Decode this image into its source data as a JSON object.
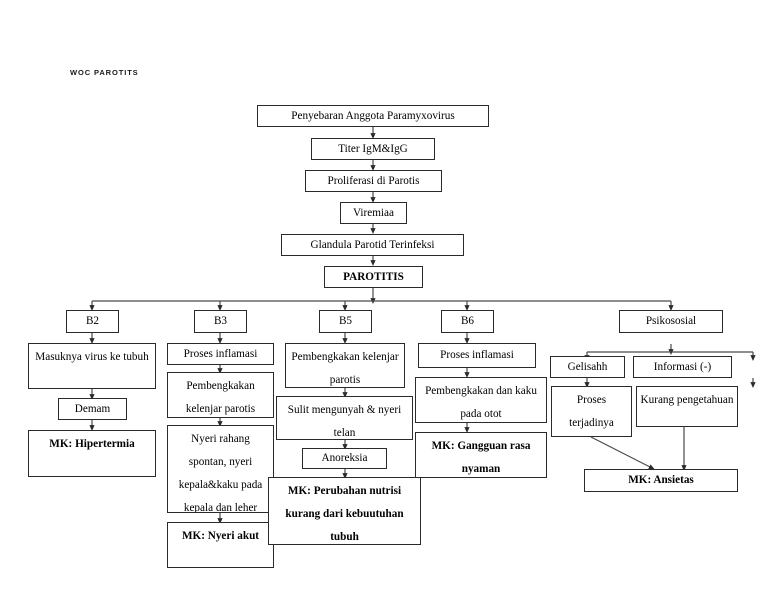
{
  "document": {
    "title": "WOC PAROTITS"
  },
  "diagram": {
    "type": "flowchart",
    "orientation": "top-down",
    "nodes": {
      "spread": "Penyebaran Anggota Paramyxovirus",
      "titer": "Titer IgM&IgG",
      "proliferation": "Proliferasi di Parotis",
      "viremia": "Viremiaa",
      "gland_infected": "Glandula Parotid Terinfeksi",
      "parotitis": "PAROTITIS",
      "branch_b2": "B2",
      "branch_b3": "B3",
      "branch_b5": "B5",
      "branch_b6": "B6",
      "branch_psikososial": "Psikososial",
      "b2_virus_entry": "Masuknya virus ke tubuh",
      "b2_fever": "Demam",
      "b2_mk": "MK: Hipertermia",
      "b3_inflammation": "Proses inflamasi",
      "b3_swelling": "Pembengkakan kelenjar parotis",
      "b3_pain": "Nyeri rahang spontan, nyeri kepala&kaku pada kepala dan leher",
      "b3_mk": "MK: Nyeri akut",
      "b5_swelling": "Pembengkakan kelenjar parotis",
      "b5_chewing": "Sulit mengunyah & nyeri telan",
      "b5_anorexia": "Anoreksia",
      "b5_mk": "MK: Perubahan nutrisi kurang dari kebuutuhan tubuh",
      "b6_inflammation": "Proses inflamasi",
      "b6_muscle": "Pembengkakan dan kaku pada otot",
      "b6_mk": "MK: Gangguan rasa nyaman",
      "psi_restless": "Gelisahh",
      "psi_information": "Informasi (-)",
      "psi_disease_process": "Proses terjadinya penyakit",
      "psi_lack_knowledge": "Kurang pengetahuan",
      "psi_mk": "MK: Ansietas"
    },
    "colors": {
      "border": "#2b2b2b",
      "background": "#ffffff",
      "text": "#000000",
      "connector": "#4a4a4a"
    }
  }
}
